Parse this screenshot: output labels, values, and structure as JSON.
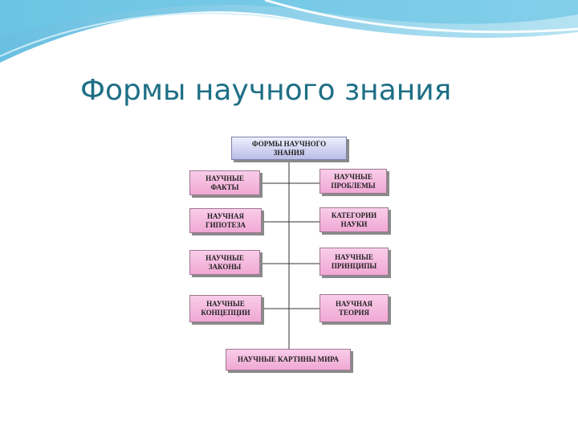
{
  "title": "Формы научного знания",
  "diagram": {
    "root": "ФОРМЫ НАУЧНОГО\nЗНАНИЯ",
    "left": [
      "НАУЧНЫЕ\nФАКТЫ",
      "НАУЧНАЯ\nГИПОТЕЗА",
      "НАУЧНЫЕ\nЗАКОНЫ",
      "НАУЧНЫЕ\nКОНЦЕПЦИИ"
    ],
    "right": [
      "НАУЧНЫЕ\nПРОБЛЕМЫ",
      "КАТЕГОРИИ\nНАУКИ",
      "НАУЧНЫЕ\nПРИНЦИПЫ",
      "НАУЧНАЯ\nТЕОРИЯ"
    ],
    "bottom": "НАУЧНЫЕ КАРТИНЫ МИРА"
  }
}
